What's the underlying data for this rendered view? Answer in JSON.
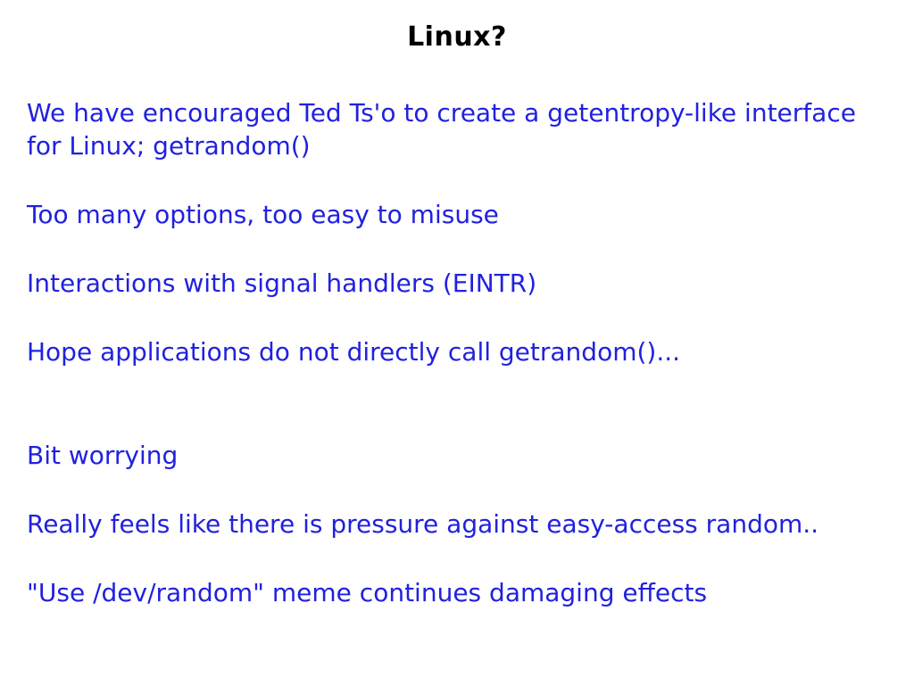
{
  "slide": {
    "title": "Linux?",
    "colors": {
      "background": "#ffffff",
      "title_text": "#000000",
      "body_text": "#2121de"
    },
    "paragraphs": [
      {
        "lines": [
          "We have encouraged Ted Ts'o to create a getentropy-like interface",
          "for Linux; getrandom()"
        ]
      },
      {
        "lines": [
          "Too many options, too easy to misuse",
          ""
        ]
      },
      {
        "lines": [
          "Interactions with signal handlers (EINTR)",
          ""
        ]
      },
      {
        "lines": [
          "Hope applications do not directly call getrandom()...",
          ""
        ]
      },
      {
        "lines": [
          "Bit worrying",
          ""
        ]
      },
      {
        "lines": [
          "Really feels like there is pressure against easy-access random..",
          ""
        ]
      },
      {
        "lines": [
          "\"Use /dev/random\" meme continues damaging effects",
          ""
        ]
      }
    ]
  }
}
